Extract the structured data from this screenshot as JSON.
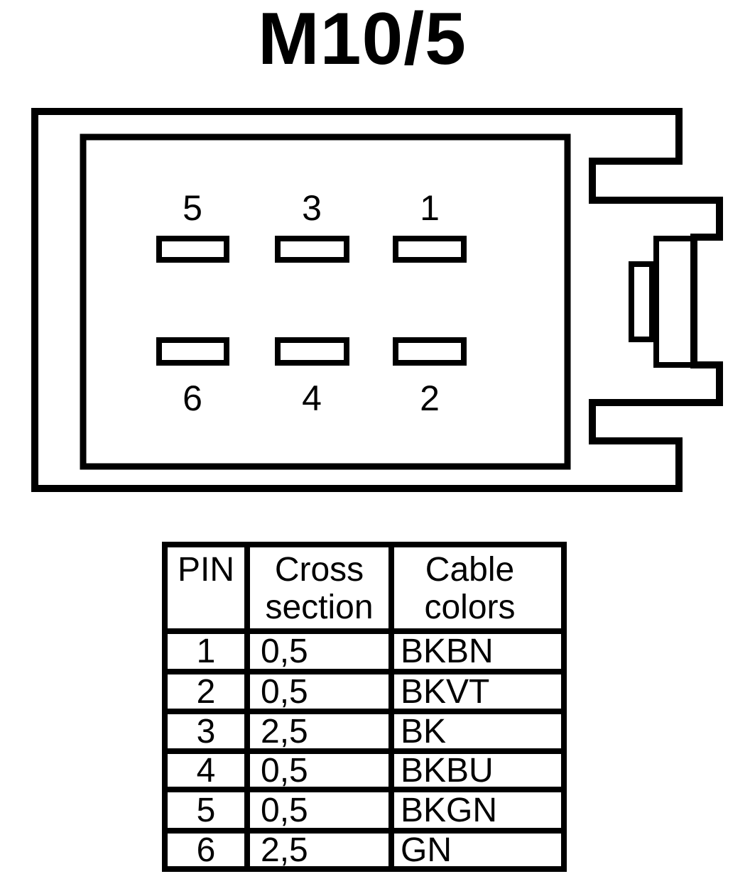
{
  "title": "M10/5",
  "connector": {
    "pins_top": [
      "5",
      "3",
      "1"
    ],
    "pins_bottom": [
      "6",
      "4",
      "2"
    ]
  },
  "table": {
    "headers": {
      "pin": "PIN",
      "cross_section": "Cross section",
      "cable_colors": "Cable colors"
    },
    "rows": [
      {
        "pin": "1",
        "cross_section": "0,5",
        "cable_color": "BKBN"
      },
      {
        "pin": "2",
        "cross_section": "0,5",
        "cable_color": "BKVT"
      },
      {
        "pin": "3",
        "cross_section": "2,5",
        "cable_color": "BK"
      },
      {
        "pin": "4",
        "cross_section": "0,5",
        "cable_color": "BKBU"
      },
      {
        "pin": "5",
        "cross_section": "0,5",
        "cable_color": "BKGN"
      },
      {
        "pin": "6",
        "cross_section": "2,5",
        "cable_color": "GN"
      }
    ]
  },
  "colors": {
    "line": "#000000",
    "background": "#ffffff"
  }
}
